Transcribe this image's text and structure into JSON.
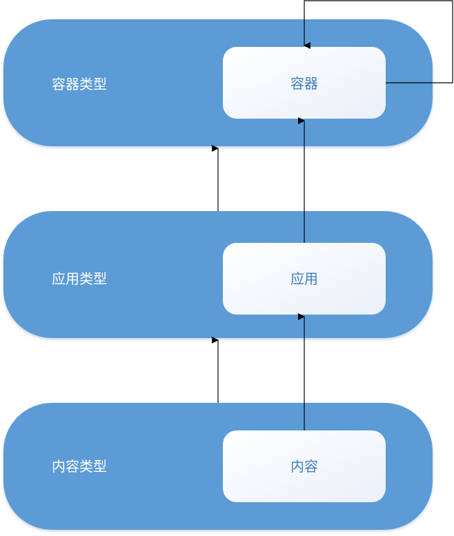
{
  "layers": [
    {
      "id": "container",
      "label": "容器类型",
      "node_label": "容器"
    },
    {
      "id": "application",
      "label": "应用类型",
      "node_label": "应用"
    },
    {
      "id": "content",
      "label": "内容类型",
      "node_label": "内容"
    }
  ],
  "edges": [
    {
      "from": "content-layer",
      "to": "application-layer",
      "type": "arrow"
    },
    {
      "from": "application-layer",
      "to": "container-layer",
      "type": "arrow"
    },
    {
      "from": "content-node",
      "to": "application-node",
      "type": "arrow"
    },
    {
      "from": "application-node",
      "to": "container-node",
      "type": "arrow"
    },
    {
      "from": "container-node",
      "to": "container-node",
      "type": "self-loop-arrow"
    }
  ],
  "colors": {
    "layer_fill": "#5b9bd5",
    "node_fill_top": "#ffffff",
    "node_fill_bottom": "#eef3fa",
    "node_text": "#3f7fc0",
    "layer_text": "#ffffff",
    "edge": "#000000"
  }
}
